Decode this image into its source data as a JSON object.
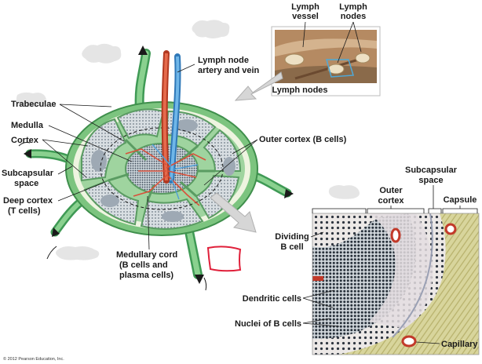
{
  "labels": {
    "lymph_node_artery_vein_1": "Lymph node",
    "lymph_node_artery_vein_2": "artery and vein",
    "trabeculae": "Trabeculae",
    "medulla": "Medulla",
    "cortex": "Cortex",
    "subcapsular_space_1": "Subcapsular",
    "subcapsular_space_2": "space",
    "deep_cortex_1": "Deep cortex",
    "deep_cortex_2": "(T cells)",
    "outer_cortex_b_cells": "Outer cortex (B cells)",
    "medullary_cord_1": "Medullary cord",
    "medullary_cord_2": "(B cells and",
    "medullary_cord_3": "plasma cells)",
    "inset_lymph_vessel_1": "Lymph",
    "inset_lymph_vessel_2": "vessel",
    "inset_lymph_nodes_top_1": "Lymph",
    "inset_lymph_nodes_top_2": "nodes",
    "inset_lymph_nodes_caption": "Lymph nodes",
    "micro_outer_cortex_1": "Outer",
    "micro_outer_cortex_2": "cortex",
    "micro_subcapsular_1": "Subcapsular",
    "micro_subcapsular_2": "space",
    "micro_capsule": "Capsule",
    "micro_dividing_b_cell_1": "Dividing",
    "micro_dividing_b_cell_2": "B cell",
    "micro_dendritic_cells": "Dendritic cells",
    "micro_nuclei_b_cells": "Nuclei of B cells",
    "micro_capillary": "Capillary"
  },
  "copyright": "© 2012 Pearson Education, Inc.",
  "colors": {
    "capsule_green": "#8ccf8c",
    "vessel_green": "#5db86a",
    "artery_red": "#d9503a",
    "vein_blue": "#4f9fd8",
    "follicle_gray": "#b9c4cc",
    "annotation_red": "#e0203a"
  }
}
